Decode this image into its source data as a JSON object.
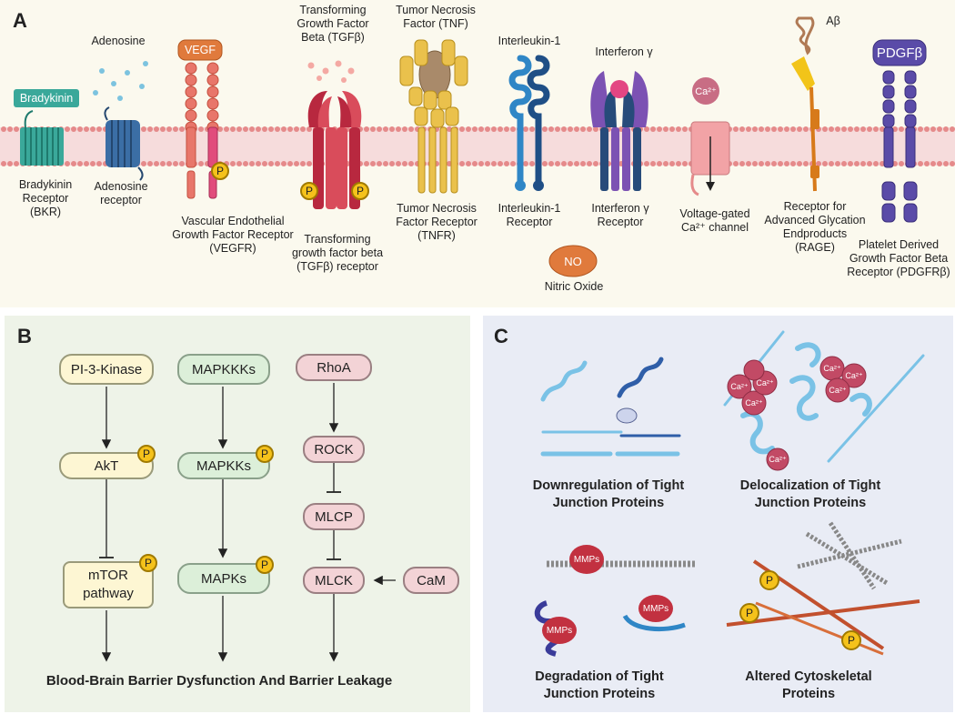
{
  "panel_a": {
    "label": "A",
    "ligands": {
      "bradykinin": "Bradykinin",
      "adenosine": "Adenosine",
      "vegf": "VEGF",
      "tgfb": "Transforming\nGrowth Factor\nBeta (TGFβ)",
      "tnf": "Tumor Necrosis\nFactor (TNF)",
      "il1": "Interleukin-1",
      "ifn": "Interferon γ",
      "ca": "Ca²⁺",
      "abeta": "Aβ",
      "pdgfb": "PDGFβ",
      "no": "NO"
    },
    "receptors": {
      "bkr": "Bradykinin\nReceptor\n(BKR)",
      "adenosine_receptor": "Adenosine\nreceptor",
      "vegfr": "Vascular Endothelial\nGrowth Factor Receptor\n(VEGFR)",
      "tgfbr": "Transforming\ngrowth factor beta\n(TGFβ) receptor",
      "tnfr": "Tumor Necrosis\nFactor Receptor\n(TNFR)",
      "il1r": "Interleukin-1\nReceptor",
      "ifnr": "Interferon γ\nReceptor",
      "ca_channel": "Voltage-gated\nCa²⁺ channel",
      "rage": "Receptor for\nAdvanced Glycation\nEndproducts\n(RAGE)",
      "pdgfr": "Platelet Derived\nGrowth Factor Beta\nReceptor (PDGFRβ)",
      "nitric_oxide": "Nitric  Oxide"
    },
    "phospho": "P"
  },
  "panel_b": {
    "label": "B",
    "col1": [
      "PI-3-Kinase",
      "AkT",
      "mTOR\npathway"
    ],
    "col2": [
      "MAPKKKs",
      "MAPKKs",
      "MAPKs"
    ],
    "col3": [
      "RhoA",
      "ROCK",
      "MLCP",
      "MLCK"
    ],
    "cam": "CaM",
    "phospho": "P",
    "footer": "Blood-Brain Barrier Dysfunction And Barrier Leakage"
  },
  "panel_c": {
    "label": "C",
    "captions": [
      "Downregulation of Tight\nJunction Proteins",
      "Delocalization of Tight\nJunction Proteins",
      "Degradation of Tight\nJunction Proteins",
      "Altered Cytoskeletal\nProteins"
    ],
    "mmps": "MMPs",
    "ca": "Ca²⁺",
    "phospho": "P"
  },
  "colors": {
    "membrane": "#e58a8a",
    "panel_a_bg": "#fbf9ee",
    "panel_b_bg": "#eef3e8",
    "panel_c_bg": "#e9ecf5",
    "phospho": "#f5c21b"
  }
}
